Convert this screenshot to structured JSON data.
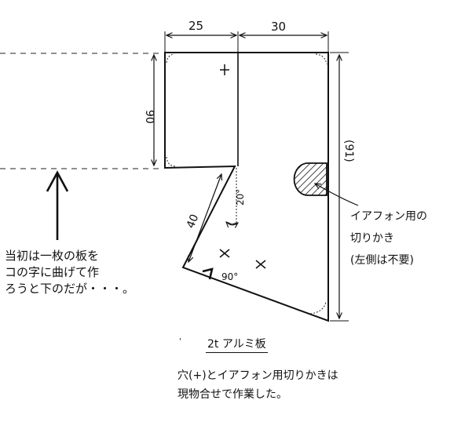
{
  "dimensions": {
    "top_left_width": "25",
    "top_right_width": "30",
    "left_height": "90",
    "right_height": "(91)",
    "slant_length": "40",
    "angle_small": "20°",
    "angle_right": "90°"
  },
  "notes": {
    "left_lines": [
      "当初は一枚の板を",
      "コの字に曲げて作",
      "ろうと下のだが・・・。"
    ],
    "right_lines": [
      "イアフォン用の",
      "切りかき",
      "(左側は不要)"
    ],
    "material": "2t アルミ板",
    "bottom_lines": [
      "穴(+)とイアフォン用切りかきは",
      "現物合せで作業した。"
    ]
  },
  "colors": {
    "ink": "#111111",
    "paper": "#ffffff"
  }
}
